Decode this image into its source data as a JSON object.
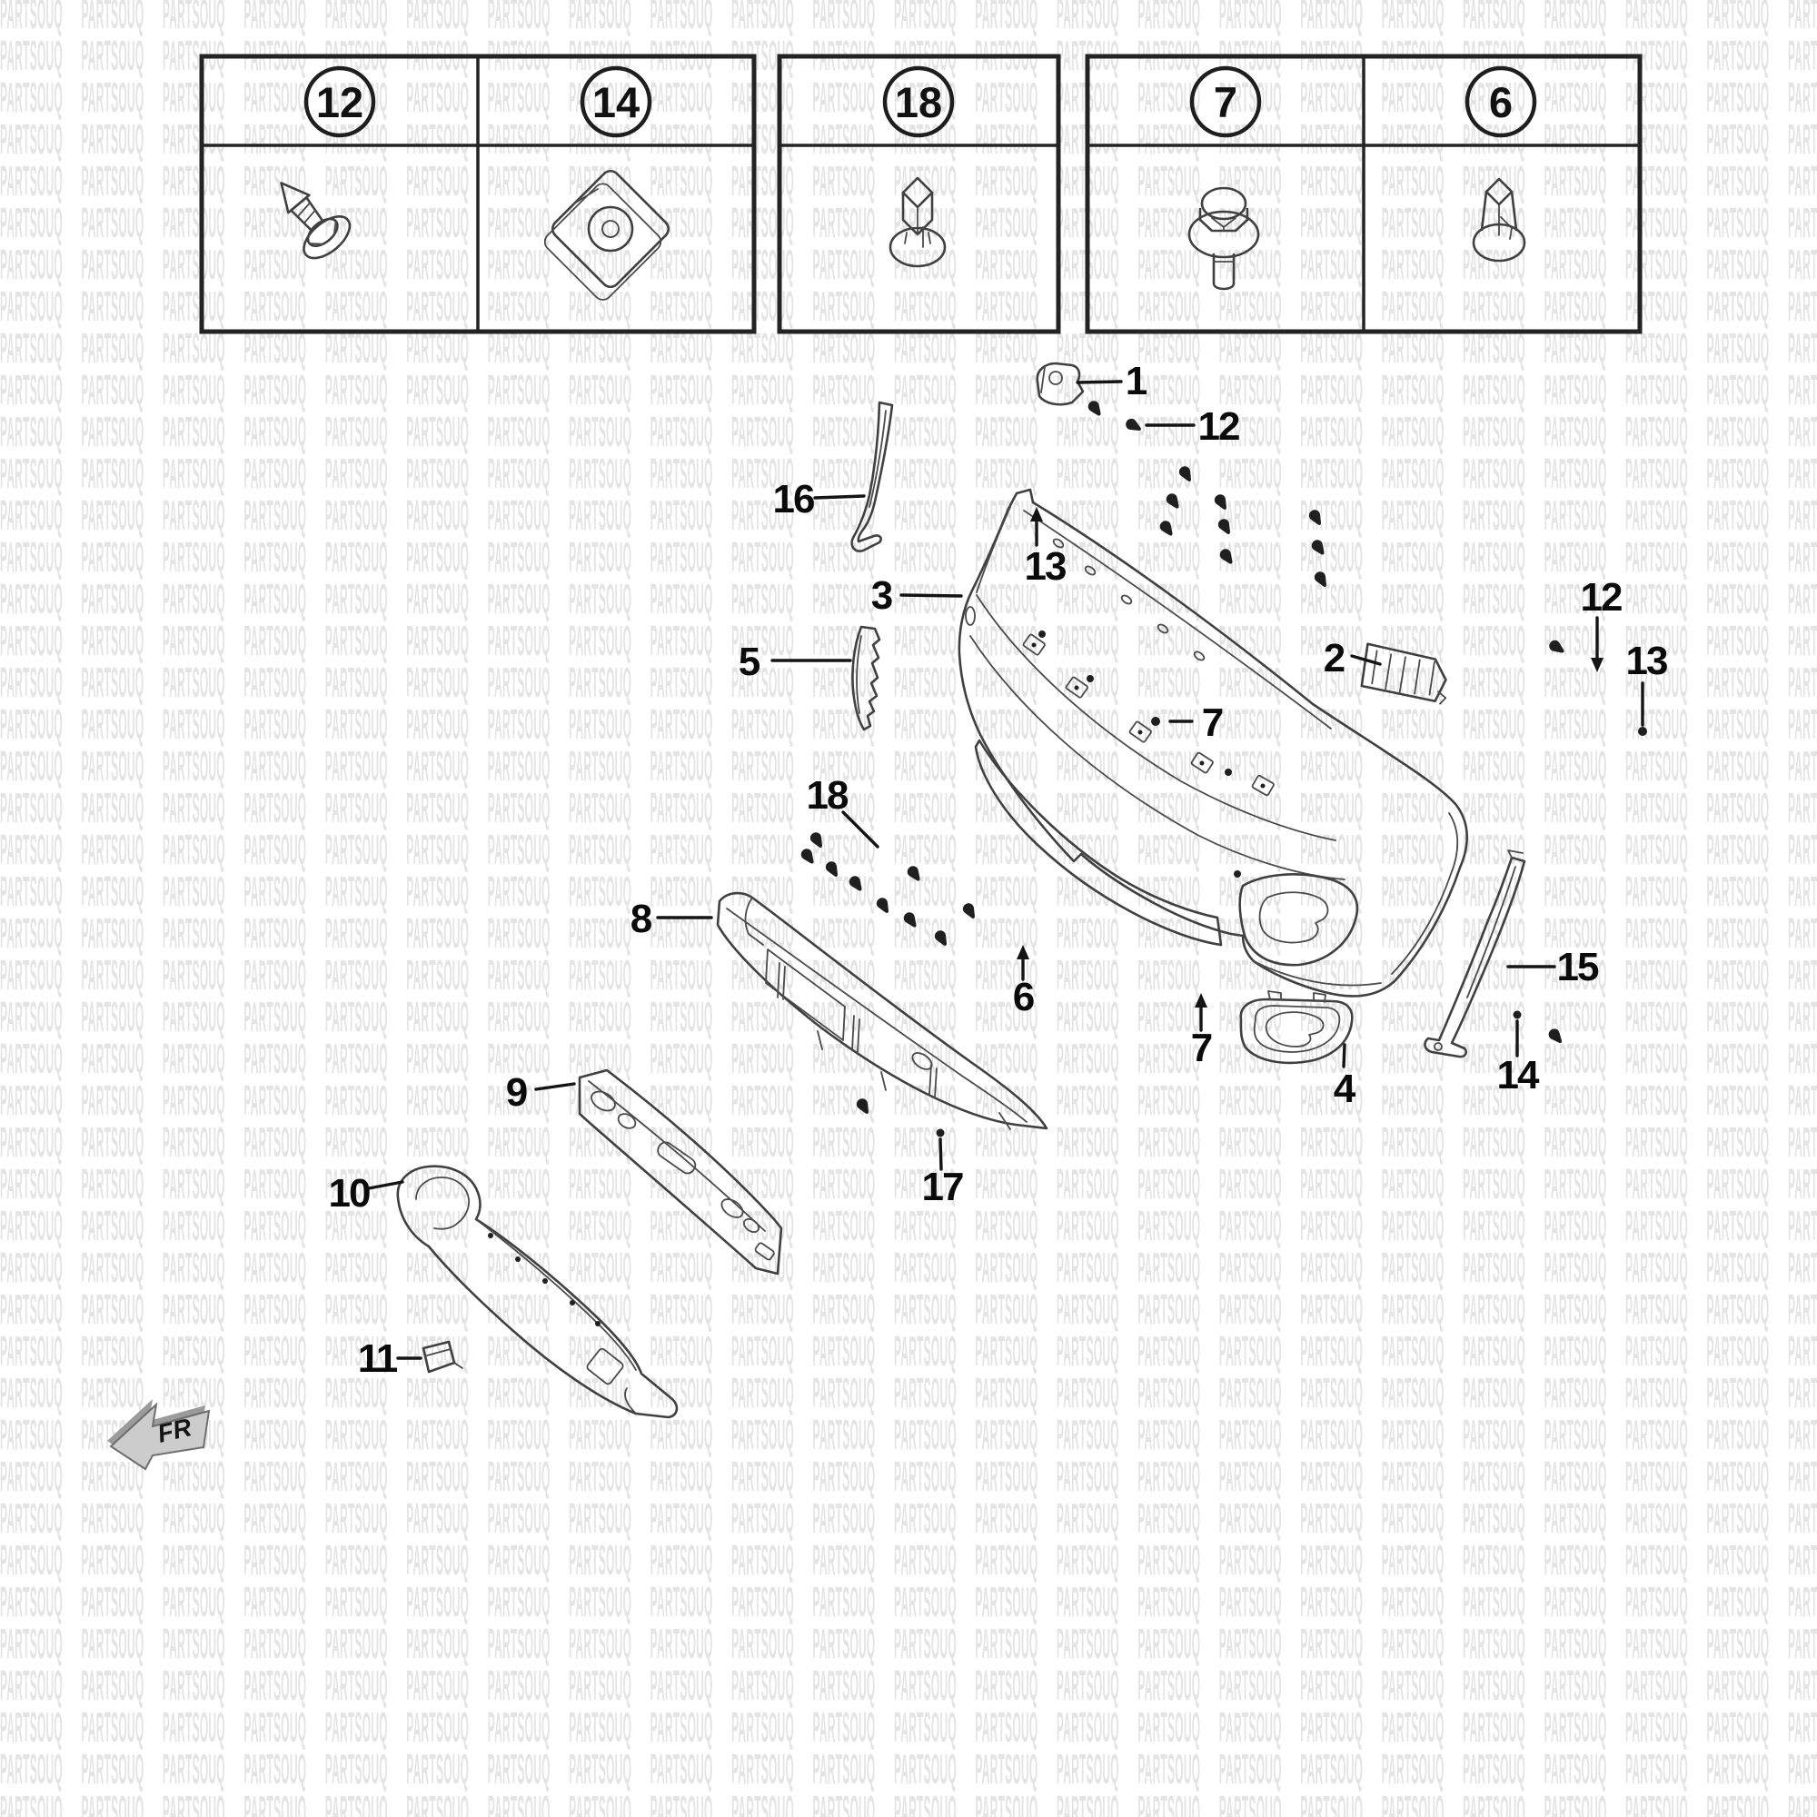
{
  "watermark": {
    "text": "PARTSOUQ",
    "color": "#e4e4e4"
  },
  "legend": {
    "cells": [
      {
        "number": "12",
        "icon": "tapping-screw-icon"
      },
      {
        "number": "14",
        "icon": "clip-nut-icon"
      },
      {
        "number": "18",
        "icon": "push-rivet-icon"
      },
      {
        "number": "7",
        "icon": "flange-bolt-icon"
      },
      {
        "number": "6",
        "icon": "push-clip-icon"
      }
    ]
  },
  "callouts": [
    {
      "id": "1",
      "label": "1"
    },
    {
      "id": "12-top",
      "label": "12"
    },
    {
      "id": "13-top",
      "label": "13"
    },
    {
      "id": "16",
      "label": "16"
    },
    {
      "id": "3",
      "label": "3"
    },
    {
      "id": "5",
      "label": "5"
    },
    {
      "id": "2",
      "label": "2"
    },
    {
      "id": "12-right",
      "label": "12"
    },
    {
      "id": "13-right",
      "label": "13"
    },
    {
      "id": "7-upper",
      "label": "7"
    },
    {
      "id": "18",
      "label": "18"
    },
    {
      "id": "8",
      "label": "8"
    },
    {
      "id": "6",
      "label": "6"
    },
    {
      "id": "15",
      "label": "15"
    },
    {
      "id": "14",
      "label": "14"
    },
    {
      "id": "7-lower",
      "label": "7"
    },
    {
      "id": "4",
      "label": "4"
    },
    {
      "id": "9",
      "label": "9"
    },
    {
      "id": "17",
      "label": "17"
    },
    {
      "id": "10",
      "label": "10"
    },
    {
      "id": "11",
      "label": "11"
    }
  ],
  "direction_indicator": {
    "label": "FR"
  }
}
